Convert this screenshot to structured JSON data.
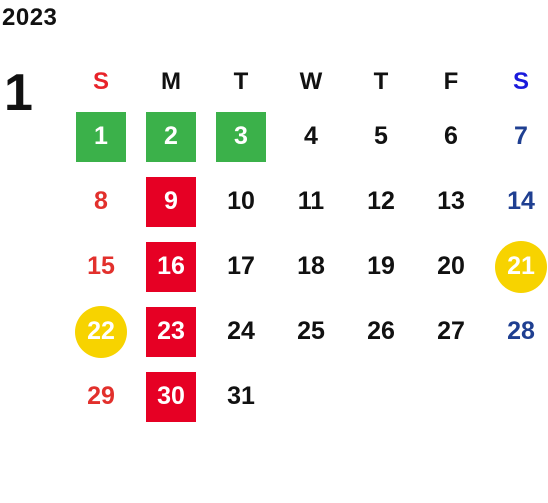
{
  "calendar": {
    "year": "2023",
    "month": "1",
    "weekdays": [
      "S",
      "M",
      "T",
      "W",
      "T",
      "F",
      "S"
    ],
    "weeks": [
      [
        {
          "day": "1",
          "mark": "green"
        },
        {
          "day": "2",
          "mark": "green"
        },
        {
          "day": "3",
          "mark": "green"
        },
        {
          "day": "4"
        },
        {
          "day": "5"
        },
        {
          "day": "6"
        },
        {
          "day": "7"
        }
      ],
      [
        {
          "day": "8"
        },
        {
          "day": "9",
          "mark": "red"
        },
        {
          "day": "10"
        },
        {
          "day": "11"
        },
        {
          "day": "12"
        },
        {
          "day": "13"
        },
        {
          "day": "14"
        }
      ],
      [
        {
          "day": "15"
        },
        {
          "day": "16",
          "mark": "red"
        },
        {
          "day": "17"
        },
        {
          "day": "18"
        },
        {
          "day": "19"
        },
        {
          "day": "20"
        },
        {
          "day": "21",
          "mark": "yellow"
        }
      ],
      [
        {
          "day": "22",
          "mark": "yellow"
        },
        {
          "day": "23",
          "mark": "red"
        },
        {
          "day": "24"
        },
        {
          "day": "25"
        },
        {
          "day": "26"
        },
        {
          "day": "27"
        },
        {
          "day": "28"
        }
      ],
      [
        {
          "day": "29"
        },
        {
          "day": "30",
          "mark": "red"
        },
        {
          "day": "31"
        },
        {
          "day": ""
        },
        {
          "day": ""
        },
        {
          "day": ""
        },
        {
          "day": ""
        }
      ]
    ]
  },
  "colors": {
    "sunday_header": "#e8232a",
    "saturday_header": "#1a1adc",
    "sunday": "#e2302c",
    "saturday": "#1f3f91",
    "mark_green": "#3bb14a",
    "mark_red": "#e60024",
    "mark_yellow": "#f7d300"
  }
}
